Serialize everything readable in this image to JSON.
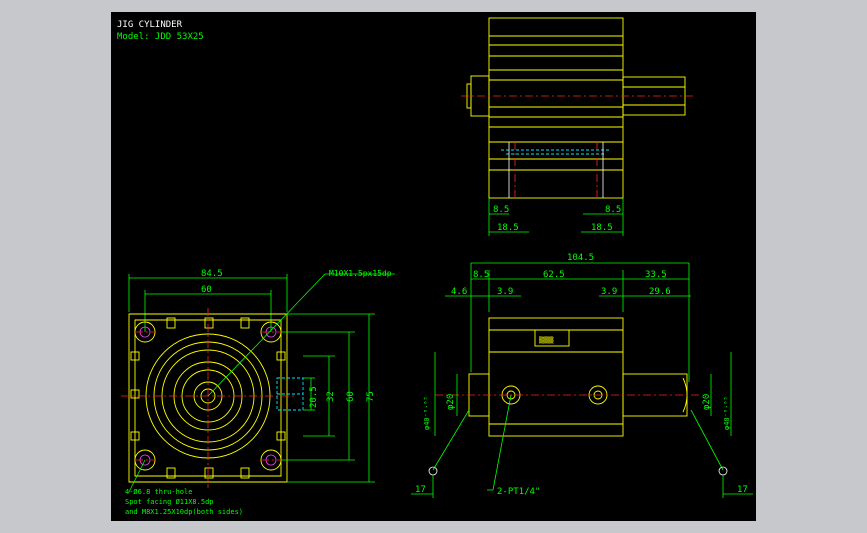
{
  "title": {
    "line1": "JIG CYLINDER",
    "line2": "Model: JDD 53X25"
  },
  "side_view": {
    "dims": {
      "top_w": "104.5",
      "a": "8.5",
      "b": "62.5",
      "c": "33.5",
      "d": "4.6",
      "e": "3.9",
      "f": "3.9",
      "g": "29.6",
      "phi_left": "φ40⁻⁰·⁰⁵",
      "phi_20_left": "φ20",
      "phi_20_right": "φ20",
      "phi_right": "φ40⁻⁰·⁰⁵",
      "port": "2-PT1/4\"",
      "left17": "17",
      "right17": "17"
    }
  },
  "top_view": {
    "dims": {
      "l1": "8.5",
      "l2": "18.5",
      "r1": "8.5",
      "r2": "18.5"
    }
  },
  "front_view": {
    "dims": {
      "w_outer": "84.5",
      "w_inner": "60",
      "h_outer": "75",
      "h_inner": "60",
      "h_32": "32",
      "h_205": "20.5",
      "thread": "M10X1.5px15dp"
    },
    "notes": [
      "4-Ø6.8 thru-hole",
      "Spot facing Ø11X8.5dp",
      "and M8X1.25X10dp(both sides)"
    ]
  },
  "colors": {
    "background": "#000000",
    "outline": "#ffff00",
    "dimension": "#00ff00",
    "center_line": "#ff2020",
    "hidden": "#00e5ff"
  }
}
